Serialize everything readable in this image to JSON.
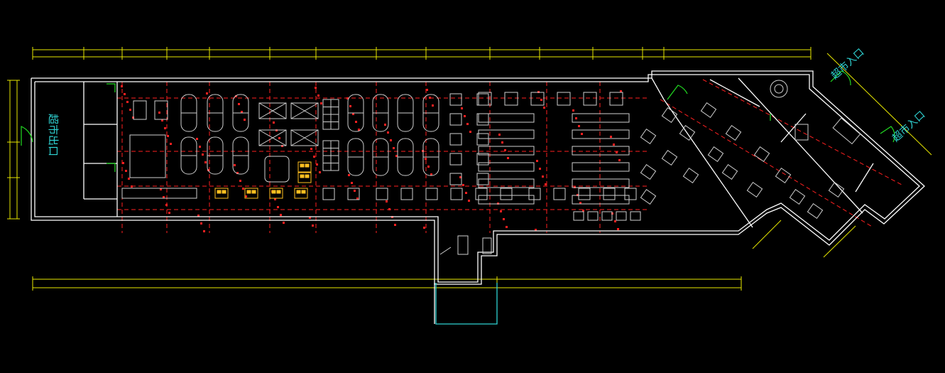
{
  "labels": {
    "exit": "超市出口",
    "entrance_1": "超市入口",
    "entrance_2": "超市入口"
  },
  "colors": {
    "background": "#000000",
    "wall": "#ffffff",
    "fixture": "#cfcfcf",
    "dimension": "#e8e800",
    "grid_red": "#ff2020",
    "door_green": "#22dd22",
    "label_cyan": "#2fd4d4",
    "highlight": "#ffc020"
  }
}
